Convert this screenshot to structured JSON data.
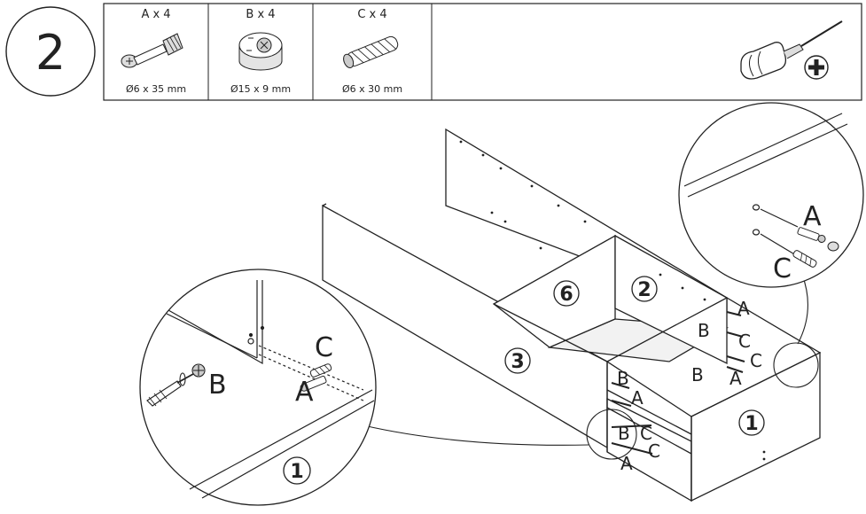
{
  "step": {
    "number": "2"
  },
  "parts": [
    {
      "name": "A x 4",
      "size": "Ø6 x 35 mm",
      "icon": "cam-bolt-icon"
    },
    {
      "name": "B x 4",
      "size": "Ø15 x 9 mm",
      "icon": "cam-lock-nut-icon"
    },
    {
      "name": "C x 4",
      "size": "Ø6 x 30 mm",
      "icon": "wooden-dowel-icon"
    }
  ],
  "tool": {
    "icon": "phillips-screwdriver-icon"
  },
  "labels": {
    "a": "A",
    "b": "B",
    "c": "C",
    "panel_1": "1",
    "panel_2": "2",
    "panel_3": "3",
    "panel_6": "6"
  },
  "colors": {
    "line": "#222222",
    "panel_fill": "#ffffff",
    "shade": "#e8e8e8"
  }
}
